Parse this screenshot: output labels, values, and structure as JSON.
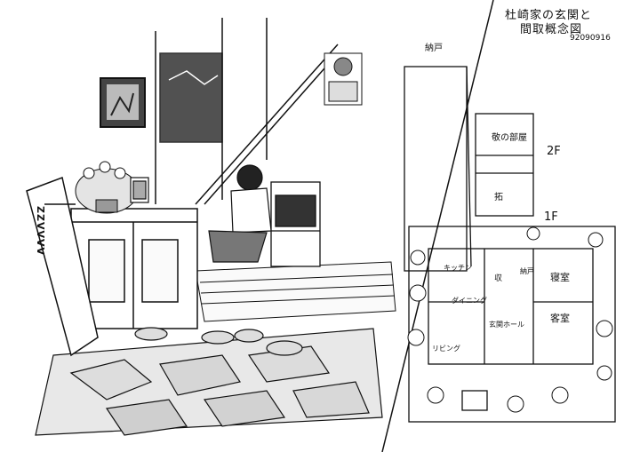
{
  "annotations": {
    "title_line1": "杜崎家の玄関と",
    "title_line2": "間取概念図",
    "date_code": "92090916",
    "storage_label": "納戸",
    "floor_2f": "2F",
    "floor_1f": "1F"
  },
  "floor_plan_labels": {
    "tsubasa_room": "敬の部屋",
    "brother_room": "拓",
    "bedroom": "寝室",
    "guest_room": "客室",
    "kitchen": "キッチン",
    "dining": "ダイニング",
    "living": "リビング",
    "storage": "収",
    "closet": "納戸",
    "toilet": "玄関ホール"
  },
  "props": {
    "golf_bag_text": "ZZVVVV"
  }
}
